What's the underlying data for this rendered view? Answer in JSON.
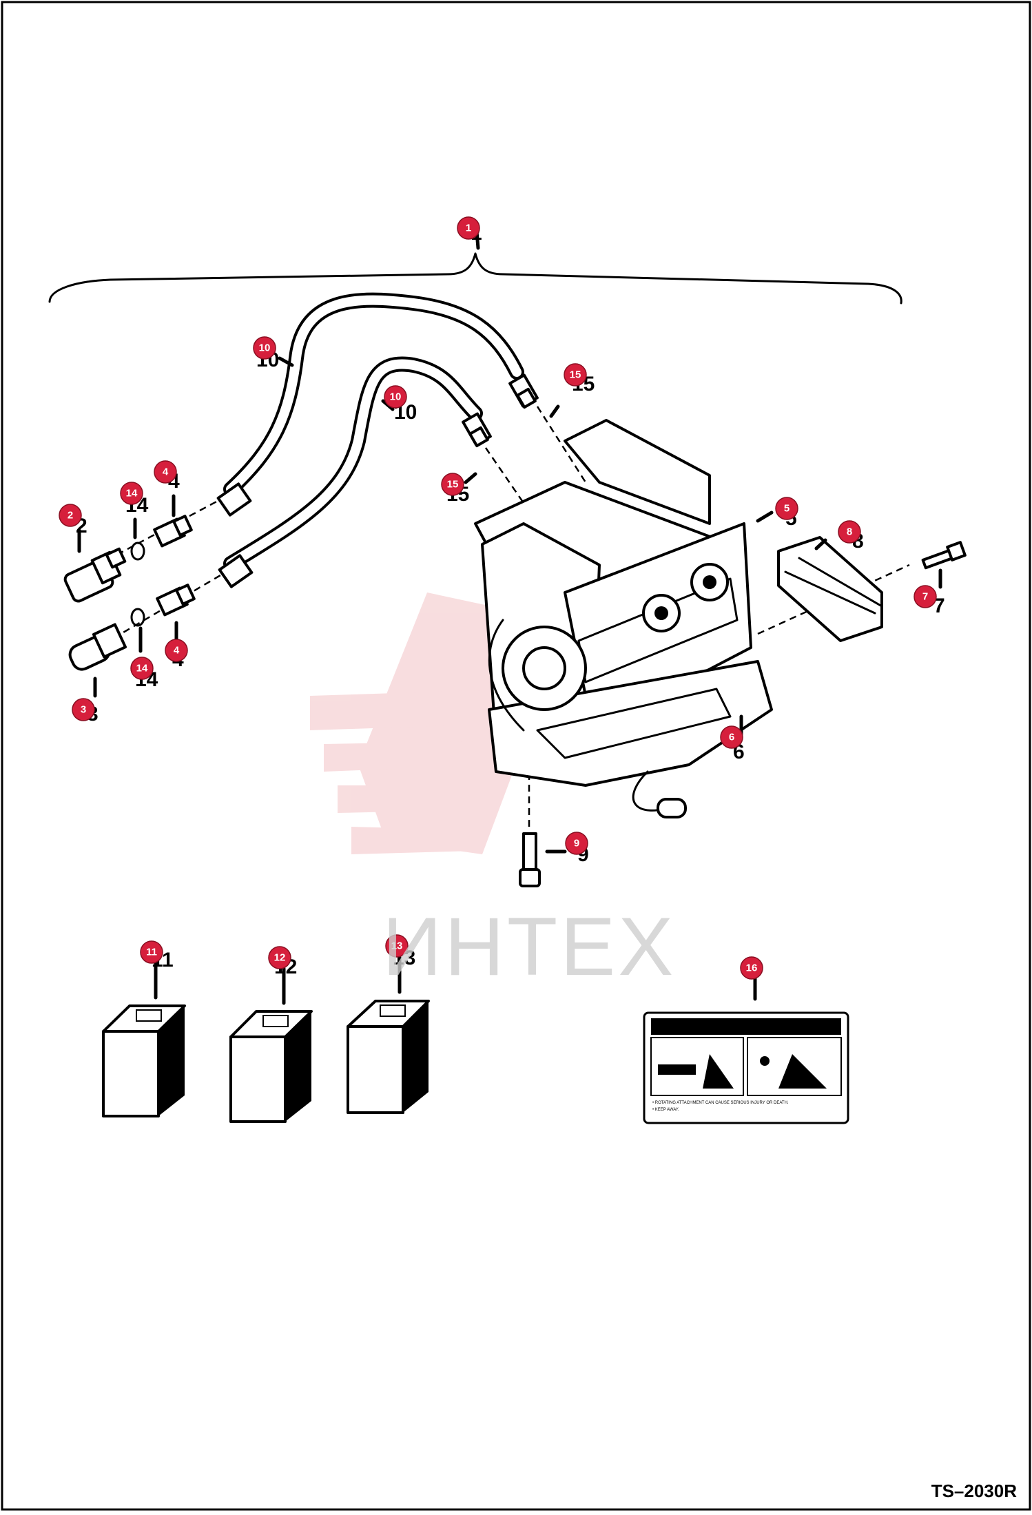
{
  "drawing_code": "TS–2030R",
  "watermark": {
    "text": "ИНТЕХ",
    "logo_icon": "gear-logo-icon",
    "color": "#f3c2c5"
  },
  "callout_color": "#d61f3c",
  "callouts": [
    "1",
    "2",
    "3",
    "4",
    "4",
    "5",
    "6",
    "7",
    "8",
    "9",
    "10",
    "10",
    "11",
    "12",
    "13",
    "14",
    "14",
    "15",
    "15",
    "16"
  ],
  "decal": {
    "caption_line1": "• ROTATING ATTACHMENT CAN CAUSE SERIOUS INJURY OR DEATH.",
    "caption_line2": "• KEEP AWAY."
  }
}
